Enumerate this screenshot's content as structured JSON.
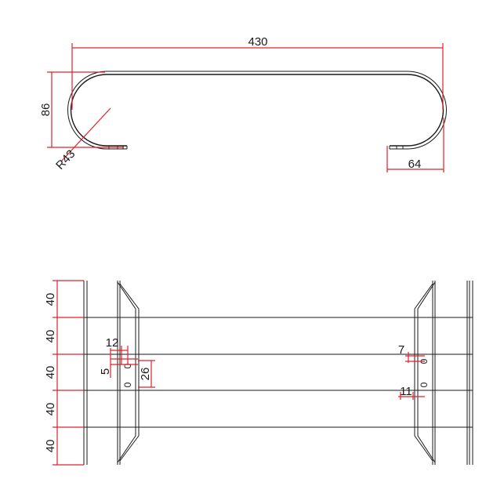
{
  "side_view": {
    "overall_width": "430",
    "height": "86",
    "radius": "R43",
    "leg": "64"
  },
  "top_view": {
    "row_heights": [
      "40",
      "40",
      "40",
      "40",
      "40"
    ],
    "hole_left_x": "12",
    "hole_left_gap": "5",
    "hole_left_len": "26",
    "hole_right_top": "7",
    "hole_right_bottom": "11",
    "slot_glyph": "0"
  },
  "colors": {
    "geometry": "#1a1a1a",
    "dimensions": "#e0202a",
    "background": "#ffffff"
  }
}
